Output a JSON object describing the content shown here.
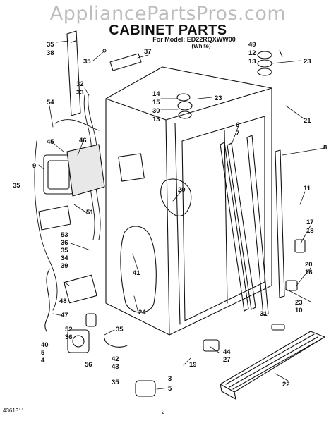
{
  "watermark": "AppliancePartsPros.com",
  "title": "CABINET PARTS",
  "model_line": "For Model: ED22RQXWW00",
  "variant": "(White)",
  "doc_number": "4361311",
  "page_number": "2",
  "callouts": [
    "35",
    "38",
    "37",
    "35",
    "49",
    "12",
    "13",
    "23",
    "32",
    "33",
    "14",
    "15",
    "23",
    "30",
    "13",
    "54",
    "21",
    "45",
    "46",
    "6",
    "7",
    "8",
    "9",
    "29",
    "11",
    "35",
    "51",
    "17",
    "18",
    "53",
    "36",
    "35",
    "34",
    "39",
    "41",
    "20",
    "16",
    "23",
    "48",
    "10",
    "24",
    "31",
    "47",
    "52",
    "36",
    "35",
    "40",
    "5",
    "4",
    "56",
    "42",
    "43",
    "35",
    "44",
    "27",
    "19",
    "3",
    "5",
    "22"
  ]
}
